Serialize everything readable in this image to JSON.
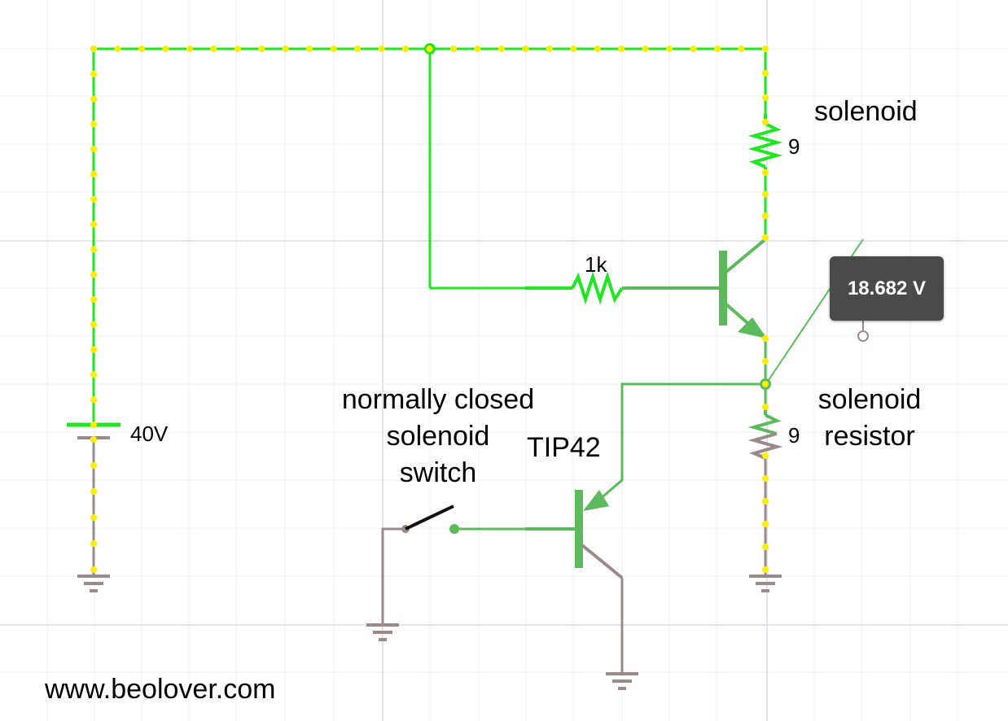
{
  "labels": {
    "solenoid": "solenoid",
    "solenoid_value": "9",
    "base_resistor": "1k",
    "meter_reading": "18.682 V",
    "supply": "40V",
    "solenoid_resistor_line1": "solenoid",
    "solenoid_resistor_line2": "resistor",
    "solenoid_resistor_value": "9",
    "switch_line1": "normally closed",
    "switch_line2": "solenoid",
    "switch_line3": "switch",
    "transistor": "TIP42",
    "website": "www.beolover.com"
  },
  "colors": {
    "background": "#ffffff",
    "grid": "#e6e8ef",
    "live_wire": "#22e622",
    "component_green": "#5cba5c",
    "ground_wire": "#9b8a8a",
    "current_dots": "#ffee00",
    "meter_bg": "#4a4a4a",
    "meter_text": "#ffffff"
  }
}
